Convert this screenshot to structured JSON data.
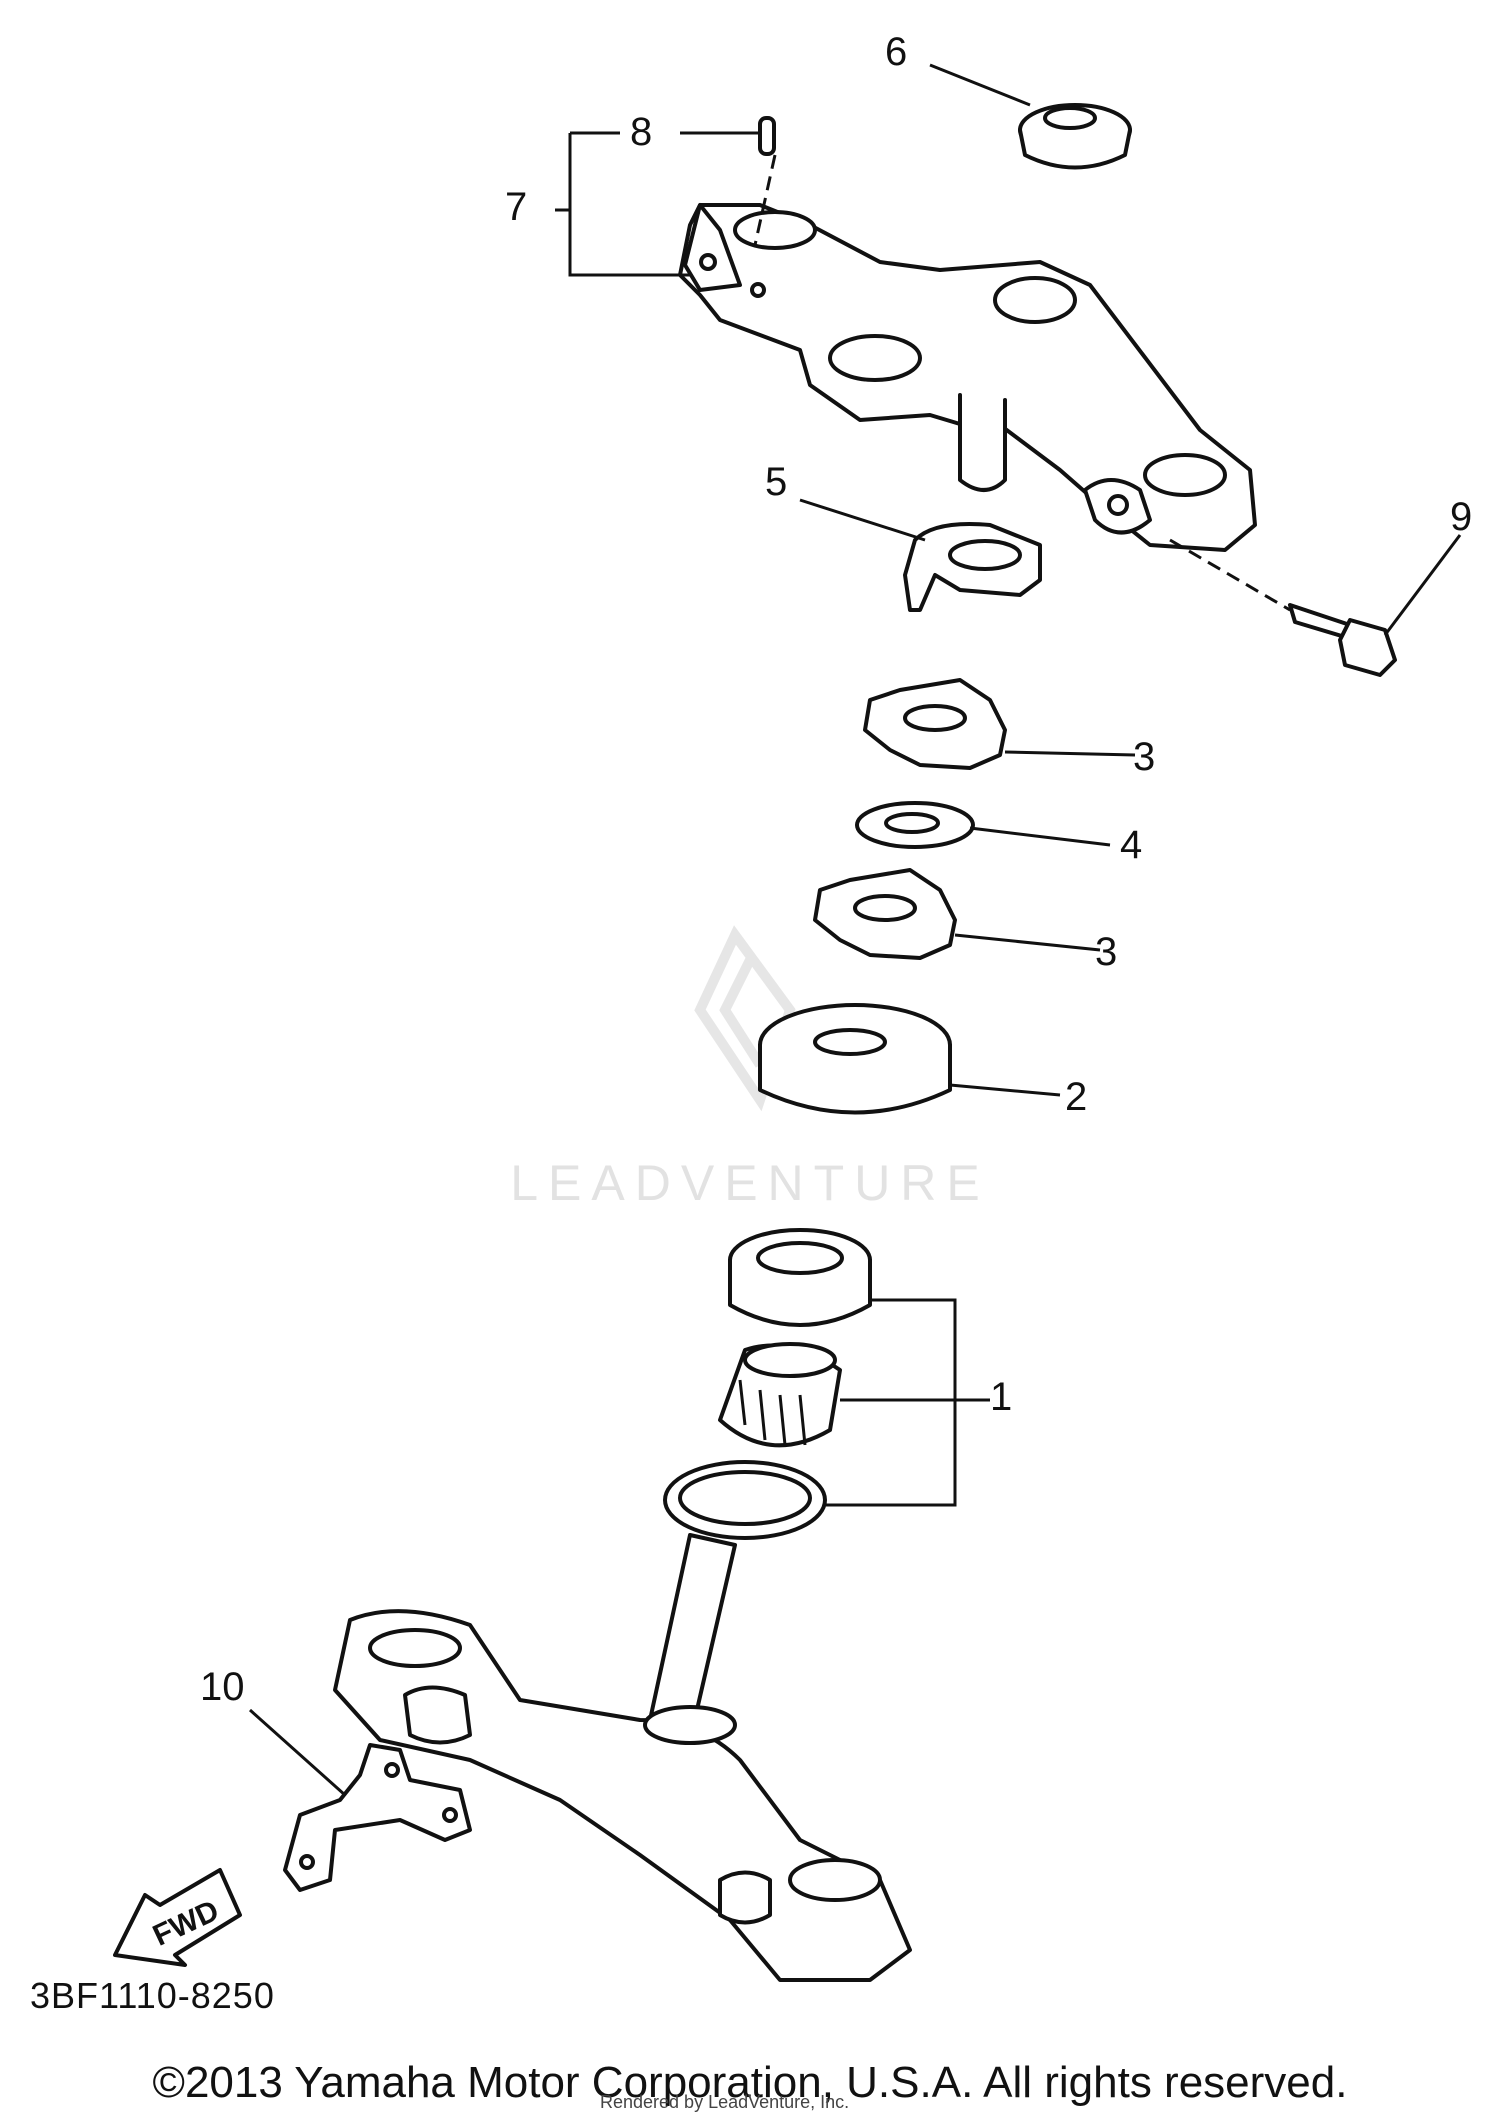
{
  "callouts": [
    {
      "id": "c1",
      "label": "1"
    },
    {
      "id": "c2",
      "label": "2"
    },
    {
      "id": "c3a",
      "label": "3"
    },
    {
      "id": "c3b",
      "label": "3"
    },
    {
      "id": "c4",
      "label": "4"
    },
    {
      "id": "c5",
      "label": "5"
    },
    {
      "id": "c6",
      "label": "6"
    },
    {
      "id": "c7",
      "label": "7"
    },
    {
      "id": "c8",
      "label": "8"
    },
    {
      "id": "c9",
      "label": "9"
    },
    {
      "id": "c10",
      "label": "10"
    }
  ],
  "bracket_marking": "FWD",
  "watermark": "LEADVENTURE",
  "drawing_code": "3BF1110-8250",
  "copyright": "©2013 Yamaha Motor Corporation, U.S.A. All rights reserved.",
  "website": "Rendered by LeadVenture, Inc."
}
